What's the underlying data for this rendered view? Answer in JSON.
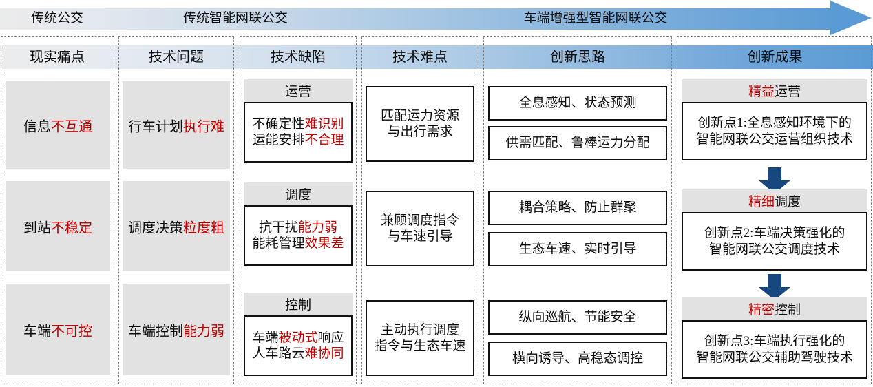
{
  "banner": {
    "phases": [
      {
        "label": "传统公交"
      },
      {
        "label": "传统智能网联公交"
      },
      {
        "label": "车端增强型智能网联公交"
      }
    ]
  },
  "columns": [
    {
      "id": "pain-points",
      "header": "现实痛点"
    },
    {
      "id": "tech-issues",
      "header": "技术问题"
    },
    {
      "id": "tech-defects",
      "header": "技术缺陷"
    },
    {
      "id": "tech-difficulties",
      "header": "技术难点"
    },
    {
      "id": "innovation-ideas",
      "header": "创新思路"
    },
    {
      "id": "innovation-results",
      "header": "创新成果"
    }
  ],
  "rows": [
    {
      "pain_point": {
        "black": "信息",
        "red": "不互通"
      },
      "tech_issue": {
        "black": "行车计划",
        "red": "执行难"
      },
      "defect": {
        "caption": "运营",
        "line1_black": "不确定性",
        "line1_red": "难识别",
        "line2_black": "运能安排",
        "line2_red": "不合理"
      },
      "difficulty": {
        "line1": "匹配运力资源",
        "line2": "与出行需求"
      },
      "ideas": [
        "全息感知、状态预测",
        "供需匹配、鲁棒运力分配"
      ],
      "result": {
        "caption_red": "精益",
        "caption_black": "运营",
        "line1": "创新点1:全息感知环境下的",
        "line2": "智能网联公交运营组织技术"
      }
    },
    {
      "pain_point": {
        "black": "到站",
        "red": "不稳定"
      },
      "tech_issue": {
        "black": "调度决策",
        "red": "粒度粗"
      },
      "defect": {
        "caption": "调度",
        "line1_black": "抗干扰",
        "line1_red": "能力弱",
        "line2_black": "能耗管理",
        "line2_red": "效果差"
      },
      "difficulty": {
        "line1": "兼顾调度指令",
        "line2": "与车速引导"
      },
      "ideas": [
        "耦合策略、防止群聚",
        "生态车速、实时引导"
      ],
      "result": {
        "caption_red": "精细",
        "caption_black": "调度",
        "line1": "创新点2:车端决策强化的",
        "line2": "智能网联公交调度技术"
      }
    },
    {
      "pain_point": {
        "black": "车端",
        "red": "不可控"
      },
      "tech_issue": {
        "black": "车端控制",
        "red": "能力弱"
      },
      "defect": {
        "caption": "控制",
        "line1_black_a": "车端",
        "line1_red": "被动式",
        "line1_black_b": "响应",
        "line2_black": "人车路云",
        "line2_red": "难协同"
      },
      "difficulty": {
        "line1": "主动执行调度",
        "line2": "指令与生态车速"
      },
      "ideas": [
        "纵向巡航、节能安全",
        "横向诱导、高稳态调控"
      ],
      "result": {
        "caption_red": "精密",
        "caption_black": "控制",
        "line1": "创新点3:车端执行强化的",
        "line2": "智能网联公交辅助驾驶技术"
      }
    }
  ],
  "colors": {
    "accent_blue": "#5b9bd5",
    "dark_blue": "#17477f",
    "highlight_red": "#c00000",
    "band_grey": "#e2e2e2",
    "frame_grey": "#808080"
  }
}
